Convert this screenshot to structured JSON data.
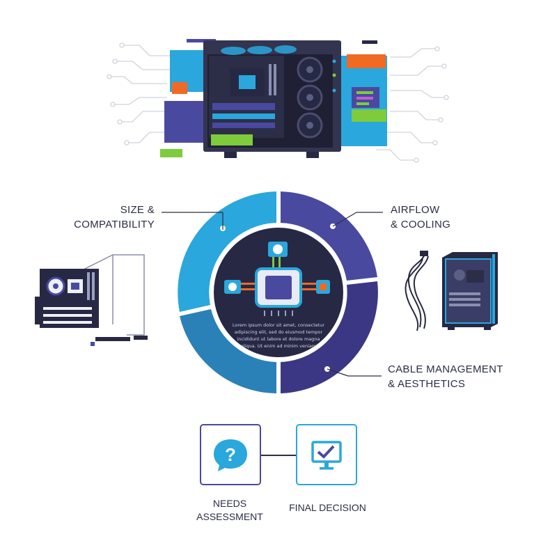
{
  "diagram": {
    "segments": [
      {
        "id": "size",
        "lines": [
          "SIZE &",
          "COMPATIBILITY"
        ]
      },
      {
        "id": "airflow",
        "lines": [
          "AIRFLOW",
          "& COOLING"
        ]
      },
      {
        "id": "cable",
        "lines": [
          "CABLE MANAGEMENT",
          "& AESTHETICS"
        ]
      }
    ],
    "center_text": [
      "Lorem ipsum dolor sit amet, consectetur",
      "adipiscing elit, sed do eiusmod tempor",
      "incididunt ut labore et dolore magna",
      "aliqua. Ut enim ad minim veniam"
    ],
    "steps": [
      {
        "id": "needs",
        "lines": [
          "NEEDS",
          "ASSESSMENT"
        ],
        "icon": "question-bubble-icon"
      },
      {
        "id": "final",
        "lines": [
          "FINAL DECISION"
        ],
        "icon": "monitor-check-icon"
      }
    ]
  },
  "colors": {
    "blue": "#2aa7dc",
    "dark_blue": "#2a81b8",
    "indigo": "#4a49a0",
    "dark_indigo": "#3c3784",
    "navy": "#272844",
    "green": "#7ecb3c",
    "orange": "#f06a24"
  }
}
